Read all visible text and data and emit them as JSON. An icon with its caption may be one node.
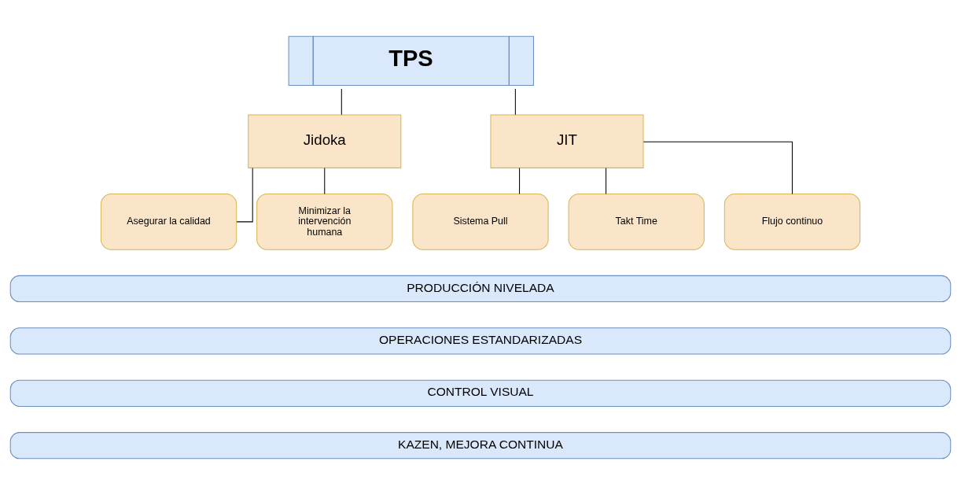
{
  "diagram": {
    "nodes": [
      {
        "text": [
          "TPS"
        ]
      },
      {
        "text": [
          "Jidoka"
        ]
      },
      {
        "text": [
          "JIT"
        ]
      },
      {
        "text": [
          "Asegurar la calidad"
        ]
      },
      {
        "text": [
          "Minimizar la intervención humana"
        ]
      },
      {
        "text": [
          "Sistema Pull"
        ]
      },
      {
        "text": [
          "Takt Time"
        ]
      },
      {
        "text": [
          "Flujo continuo"
        ]
      },
      {
        "text": [
          "PRODUCCIÓN NIVELADA"
        ]
      },
      {
        "text": [
          "OPERACIONES ESTANDARIZADAS"
        ]
      },
      {
        "text": [
          "CONTROL VISUAL"
        ]
      },
      {
        "text": [
          "KAZEN, MEJORA CONTINUA"
        ]
      }
    ],
    "edges": [
      {
        "from": 0,
        "to": 1,
        "arrow": "none"
      },
      {
        "from": 0,
        "to": 2,
        "arrow": "none"
      },
      {
        "from": 1,
        "to": 3,
        "arrow": "none"
      },
      {
        "from": 1,
        "to": 4,
        "arrow": "none"
      },
      {
        "from": 2,
        "to": 5,
        "arrow": "none"
      },
      {
        "from": 2,
        "to": 6,
        "arrow": "none"
      },
      {
        "from": 2,
        "to": 7,
        "arrow": "none"
      }
    ]
  }
}
